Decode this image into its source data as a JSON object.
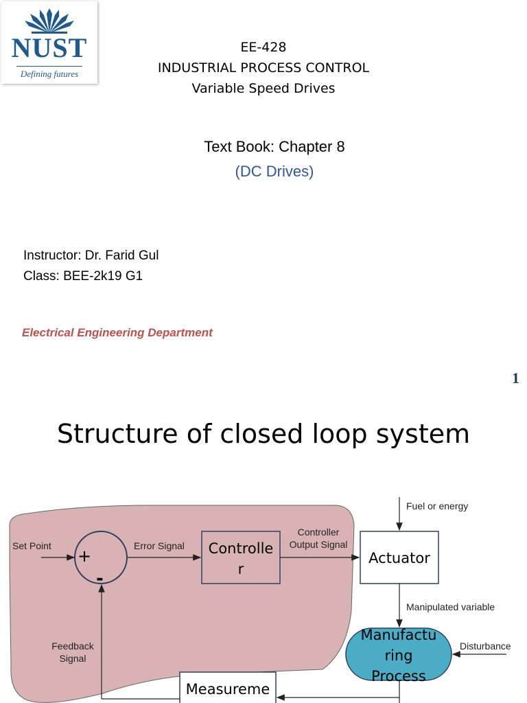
{
  "slide1": {
    "logo": {
      "name": "NUST",
      "tagline": "Defining futures"
    },
    "course_code": "EE-428",
    "course_title": "INDUSTRIAL PROCESS CONTROL",
    "topic": "Variable Speed Drives",
    "textbook": "Text Book: Chapter 8",
    "subtopic": "(DC Drives)",
    "instructor": "Instructor: Dr. Farid Gul",
    "class": "Class: BEE-2k19 G1",
    "department": "Electrical  Engineering Department",
    "page_number": "1"
  },
  "slide2": {
    "title": "Structure of closed loop system",
    "diagram": {
      "set_point": "Set Point",
      "plus": "+",
      "minus": "-",
      "error_signal": "Error Signal",
      "controller_line1": "Controlle",
      "controller_line2": "r",
      "controller_output_line1": "Controller",
      "controller_output_line2": "Output Signal",
      "actuator": "Actuator",
      "fuel": "Fuel or energy",
      "manipulated": "Manipulated variable",
      "process_line1": "Manufactu",
      "process_line2": "ring",
      "process_line3": "Process",
      "disturbance": "Disturbance",
      "feedback_line1": "Feedback",
      "feedback_line2": "Signal",
      "measurement": "Measureme",
      "colors": {
        "region": "#d9b3b3",
        "process": "#4bacc6",
        "block_border": "#2f3f5f"
      }
    }
  }
}
